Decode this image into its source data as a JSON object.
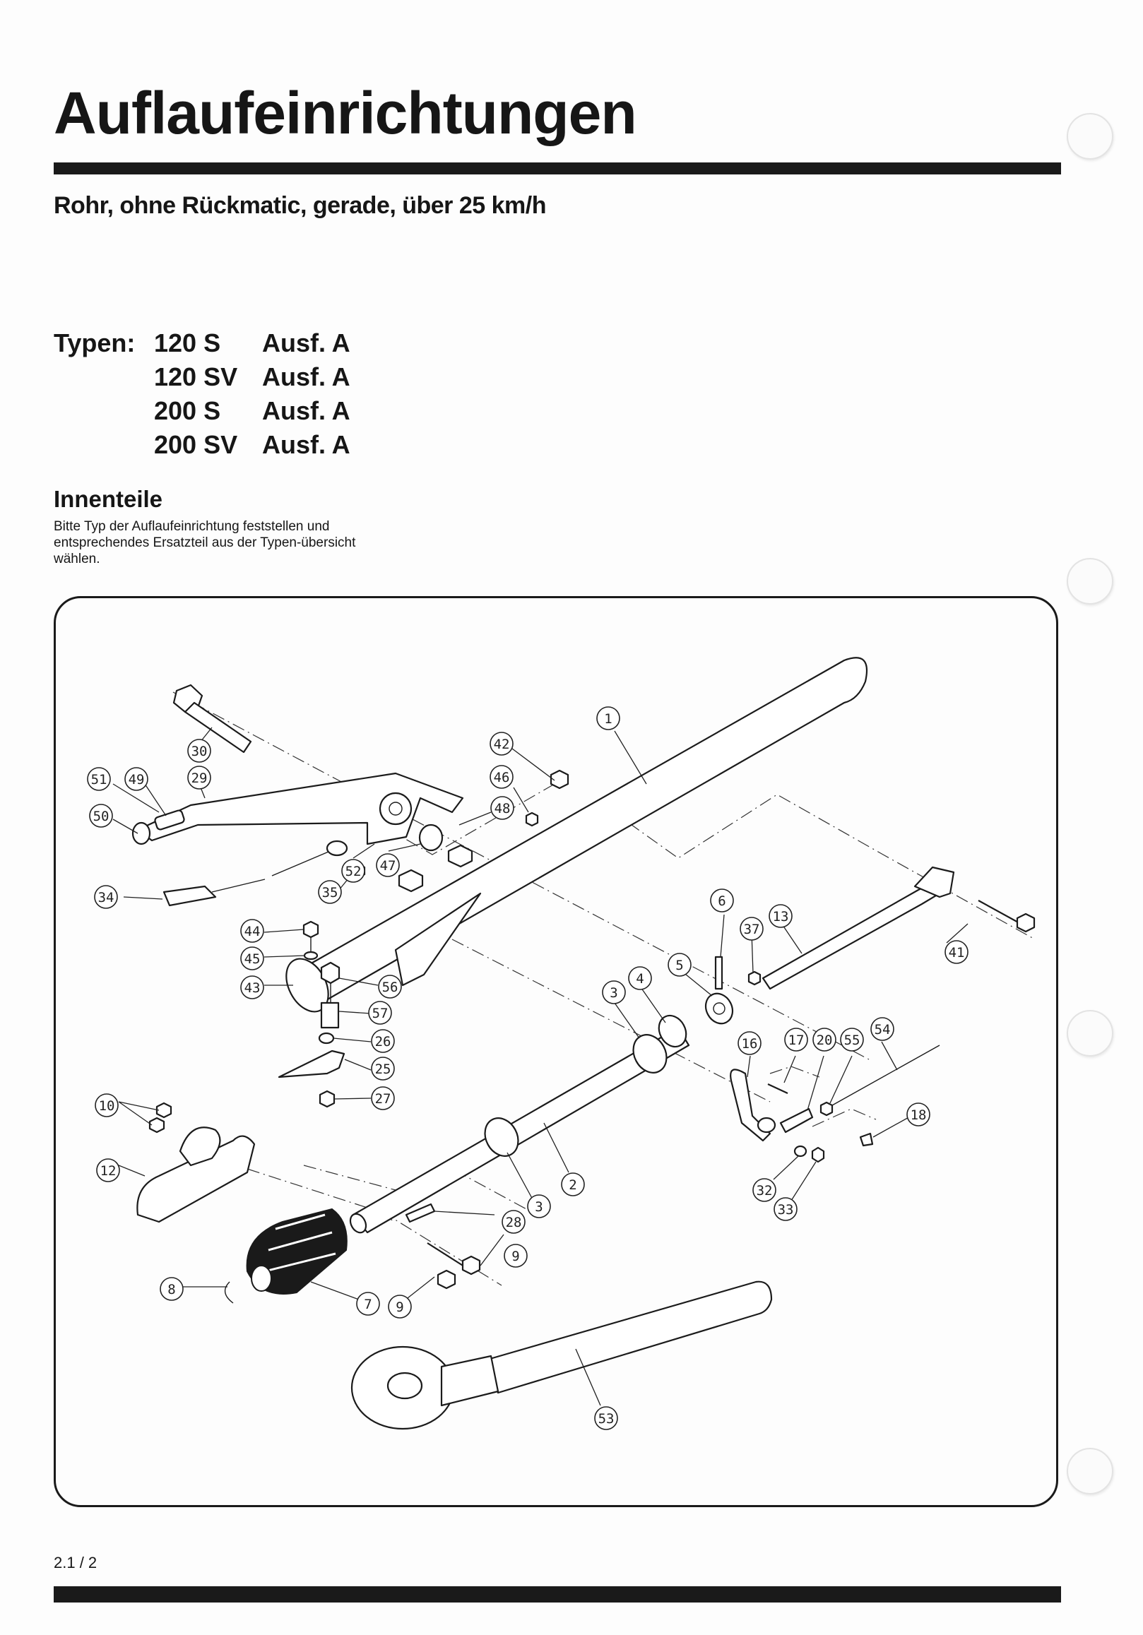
{
  "header": {
    "title": "Auflaufeinrichtungen",
    "subtitle": "Rohr, ohne Rückmatic, gerade, über 25 km/h"
  },
  "types": {
    "label": "Typen:",
    "rows": [
      {
        "model": "120 S",
        "ausf": "Ausf. A"
      },
      {
        "model": "120 SV",
        "ausf": "Ausf. A"
      },
      {
        "model": "200 S",
        "ausf": "Ausf. A"
      },
      {
        "model": "200 SV",
        "ausf": "Ausf. A"
      }
    ]
  },
  "section": {
    "heading": "Innenteile",
    "note": "Bitte Typ der Auflaufeinrichtung feststellen und entsprechendes Ersatzteil aus der Typen-übersicht wählen."
  },
  "diagram": {
    "callouts": [
      "1",
      "42",
      "46",
      "48",
      "30",
      "29",
      "51",
      "49",
      "50",
      "52",
      "47",
      "34",
      "35",
      "44",
      "45",
      "43",
      "56",
      "57",
      "26",
      "25",
      "27",
      "10",
      "12",
      "8",
      "7",
      "9",
      "9",
      "28",
      "3",
      "3",
      "2",
      "4",
      "5",
      "6",
      "37",
      "13",
      "41",
      "16",
      "17",
      "20",
      "55",
      "54",
      "18",
      "32",
      "33",
      "53"
    ]
  },
  "footer": {
    "page_number": "2.1 / 2"
  }
}
